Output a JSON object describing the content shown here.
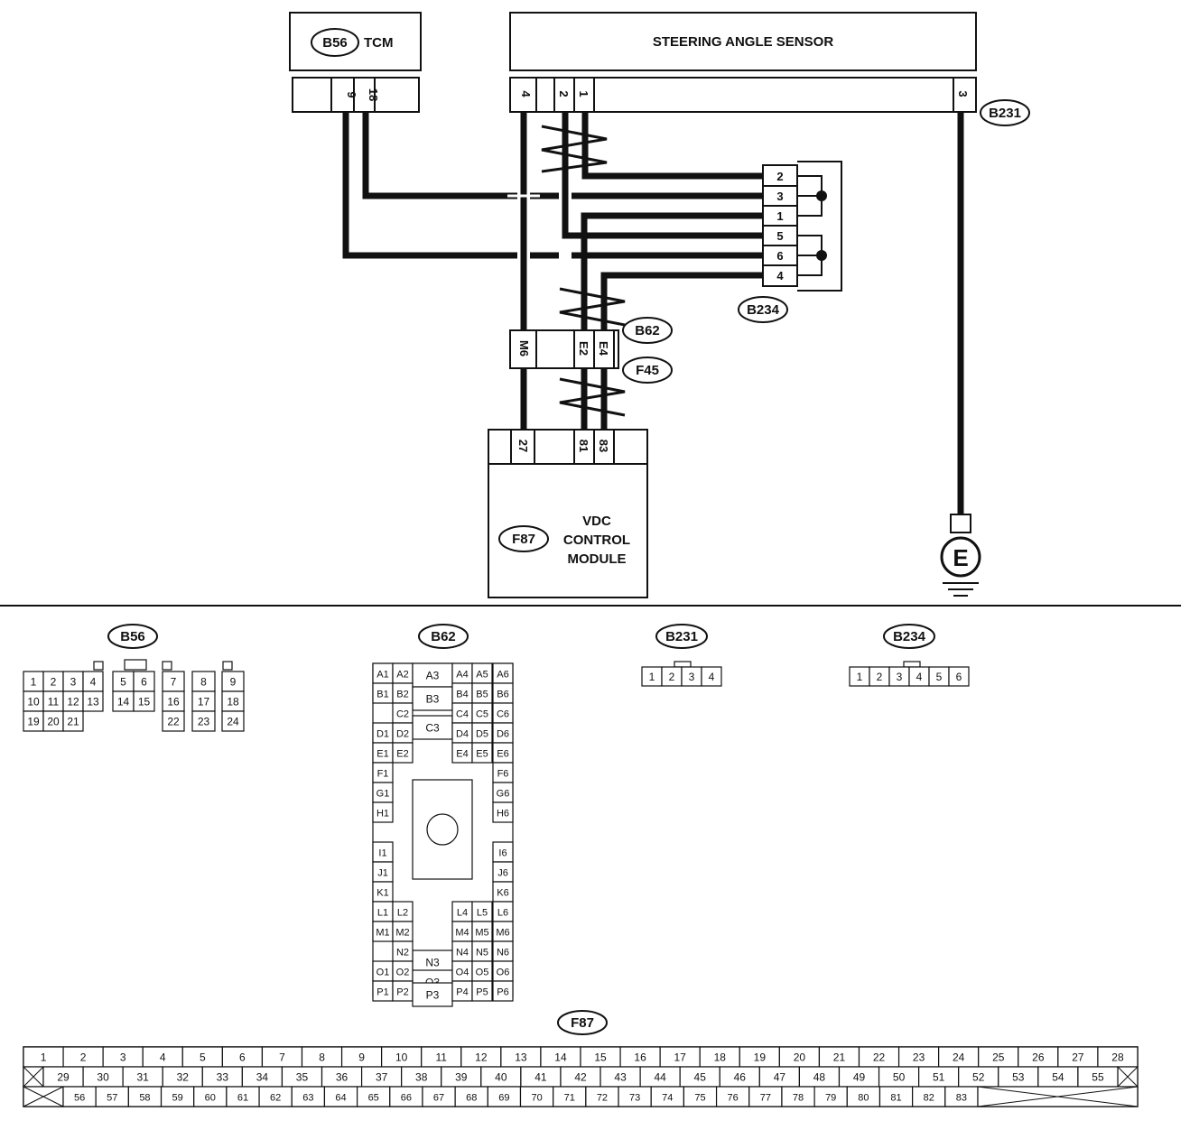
{
  "diagram": {
    "tcm": {
      "connector": "B56",
      "name": "TCM",
      "pins": [
        "9",
        "18"
      ]
    },
    "steering_angle_sensor": {
      "name": "STEERING ANGLE SENSOR",
      "connector": "B231",
      "pins": [
        "4",
        "2",
        "1",
        "3"
      ]
    },
    "joint_connector": {
      "connector": "B234",
      "pins": [
        "2",
        "3",
        "1",
        "5",
        "6",
        "4"
      ]
    },
    "inline_connector": {
      "upper": "B62",
      "lower": "F45",
      "pins": [
        "M6",
        "E2",
        "E4"
      ]
    },
    "vdc": {
      "connector": "F87",
      "name_lines": [
        "VDC",
        "CONTROL",
        "MODULE"
      ],
      "pins": [
        "27",
        "81",
        "83"
      ]
    },
    "ground": {
      "label": "E"
    }
  },
  "connector_views": {
    "b56": {
      "title": "B56",
      "rows": [
        [
          "1",
          "2",
          "3",
          "4",
          "5",
          "6",
          "7",
          "8",
          "9"
        ],
        [
          "10",
          "11",
          "12",
          "13",
          "14",
          "15",
          "16",
          "17",
          "18"
        ],
        [
          "19",
          "20",
          "21",
          "22",
          "23",
          "24"
        ]
      ]
    },
    "b62": {
      "title": "B62",
      "labels": [
        "A1",
        "A2",
        "A3",
        "A4",
        "A5",
        "A6",
        "B1",
        "B2",
        "B3",
        "B4",
        "B5",
        "B6",
        "C2",
        "C3",
        "C4",
        "C5",
        "C6",
        "D1",
        "D2",
        "D4",
        "D5",
        "D6",
        "E1",
        "E2",
        "E4",
        "E5",
        "E6",
        "F1",
        "F6",
        "G1",
        "G6",
        "H1",
        "H6",
        "I1",
        "I6",
        "J1",
        "J6",
        "K1",
        "K6",
        "L1",
        "L2",
        "L4",
        "L5",
        "L6",
        "M1",
        "M2",
        "N3",
        "M4",
        "M5",
        "M6",
        "N2",
        "N4",
        "N5",
        "N6",
        "O1",
        "O2",
        "O3",
        "O4",
        "O5",
        "O6",
        "P1",
        "P2",
        "P3",
        "P4",
        "P5",
        "P6"
      ]
    },
    "b231": {
      "title": "B231",
      "pins": [
        "1",
        "2",
        "3",
        "4"
      ]
    },
    "b234": {
      "title": "B234",
      "pins": [
        "1",
        "2",
        "3",
        "4",
        "5",
        "6"
      ]
    },
    "f87": {
      "title": "F87",
      "row1": [
        "1",
        "2",
        "3",
        "4",
        "5",
        "6",
        "7",
        "8",
        "9",
        "10",
        "11",
        "12",
        "13",
        "14",
        "15",
        "16",
        "17",
        "18",
        "19",
        "20",
        "21",
        "22",
        "23",
        "24",
        "25",
        "26",
        "27",
        "28"
      ],
      "row2": [
        "29",
        "30",
        "31",
        "32",
        "33",
        "34",
        "35",
        "36",
        "37",
        "38",
        "39",
        "40",
        "41",
        "42",
        "43",
        "44",
        "45",
        "46",
        "47",
        "48",
        "49",
        "50",
        "51",
        "52",
        "53",
        "54",
        "55"
      ],
      "row3": [
        "56",
        "57",
        "58",
        "59",
        "60",
        "61",
        "62",
        "63",
        "64",
        "65",
        "66",
        "67",
        "68",
        "69",
        "70",
        "71",
        "72",
        "73",
        "74",
        "75",
        "76",
        "77",
        "78",
        "79",
        "80",
        "81",
        "82",
        "83"
      ]
    }
  }
}
